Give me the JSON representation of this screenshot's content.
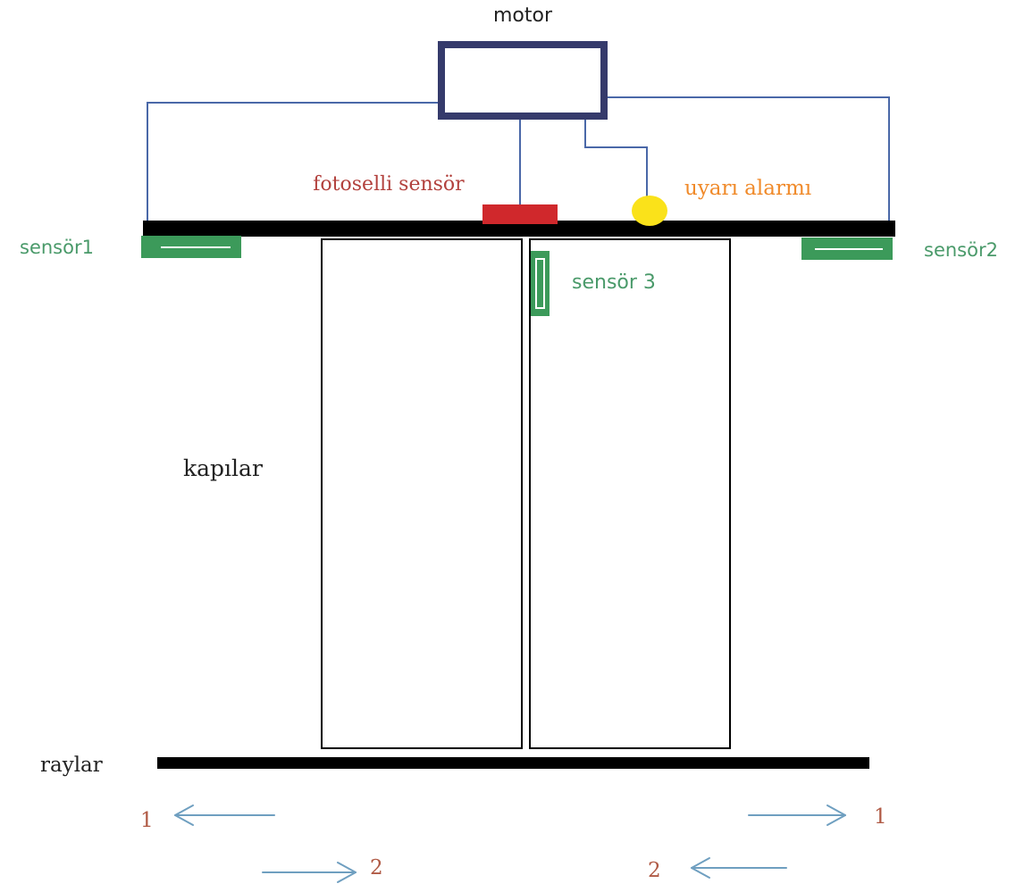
{
  "labels": {
    "motor": "motor",
    "photocell": "fotoselli sensör",
    "alarm": "uyarı alarmı",
    "sensor1": "sensör1",
    "sensor2": "sensör2",
    "sensor3": "sensör 3",
    "doors": "kapılar",
    "rails": "raylar",
    "arrow_left_1": "1",
    "arrow_right_1": "1",
    "arrow_left_2": "2",
    "arrow_right_2": "2"
  },
  "colors": {
    "motor_box": "#353a6b",
    "wire": "#4a68a8",
    "bar": "#000000",
    "photocell": "#d0282c",
    "photocell_text": "#b2413d",
    "alarm": "#fae21a",
    "alarm_text": "#f08a2a",
    "sensor": "#3c9a5a",
    "sensor_text": "#4a9a6a",
    "arrow": "#6f9fc0",
    "arrow_number": "#b05a45",
    "text_dark": "#222222"
  }
}
